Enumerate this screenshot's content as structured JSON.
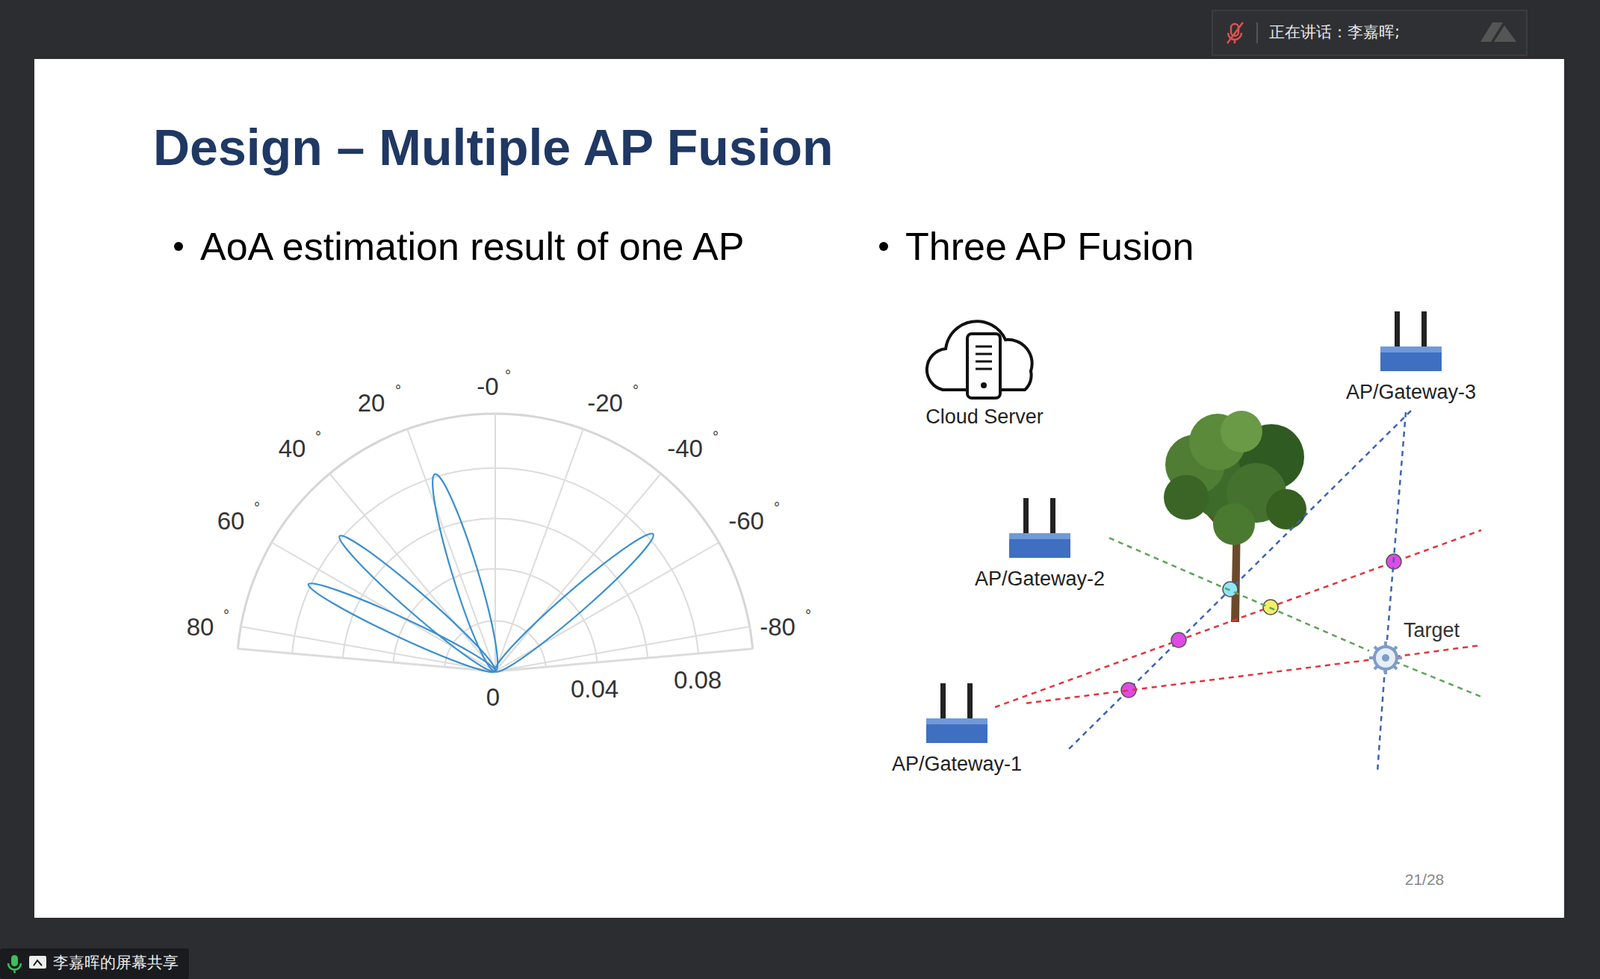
{
  "diagram": {
    "title": "Design – Multiple AP Fusion",
    "nodes": [
      {
        "text": [
          "Cloud Server"
        ]
      },
      {
        "text": [
          "AP/Gateway-3"
        ]
      },
      {
        "text": [
          "AP/Gateway-2"
        ]
      },
      {
        "text": [
          "Target"
        ]
      },
      {
        "text": [
          "AP/Gateway-1"
        ]
      }
    ],
    "edges": [
      {
        "from": 4,
        "to": 3,
        "arrow": "none"
      },
      {
        "from": 2,
        "to": 3,
        "arrow": "none"
      },
      {
        "from": 1,
        "to": 3,
        "arrow": "none"
      }
    ],
    "labels": [
      "正在讲话：李嘉晖;",
      "AoA estimation result of one AP",
      "Three AP Fusion",
      "-0",
      "°",
      "20",
      "°",
      "-20",
      "°",
      "40",
      "°",
      "-40",
      "°",
      "60",
      "°",
      "-60",
      "°",
      "80",
      "°",
      "-80",
      "°",
      "0",
      "0.04",
      "0.08",
      "21/28",
      "李嘉晖的屏幕共享"
    ]
  }
}
